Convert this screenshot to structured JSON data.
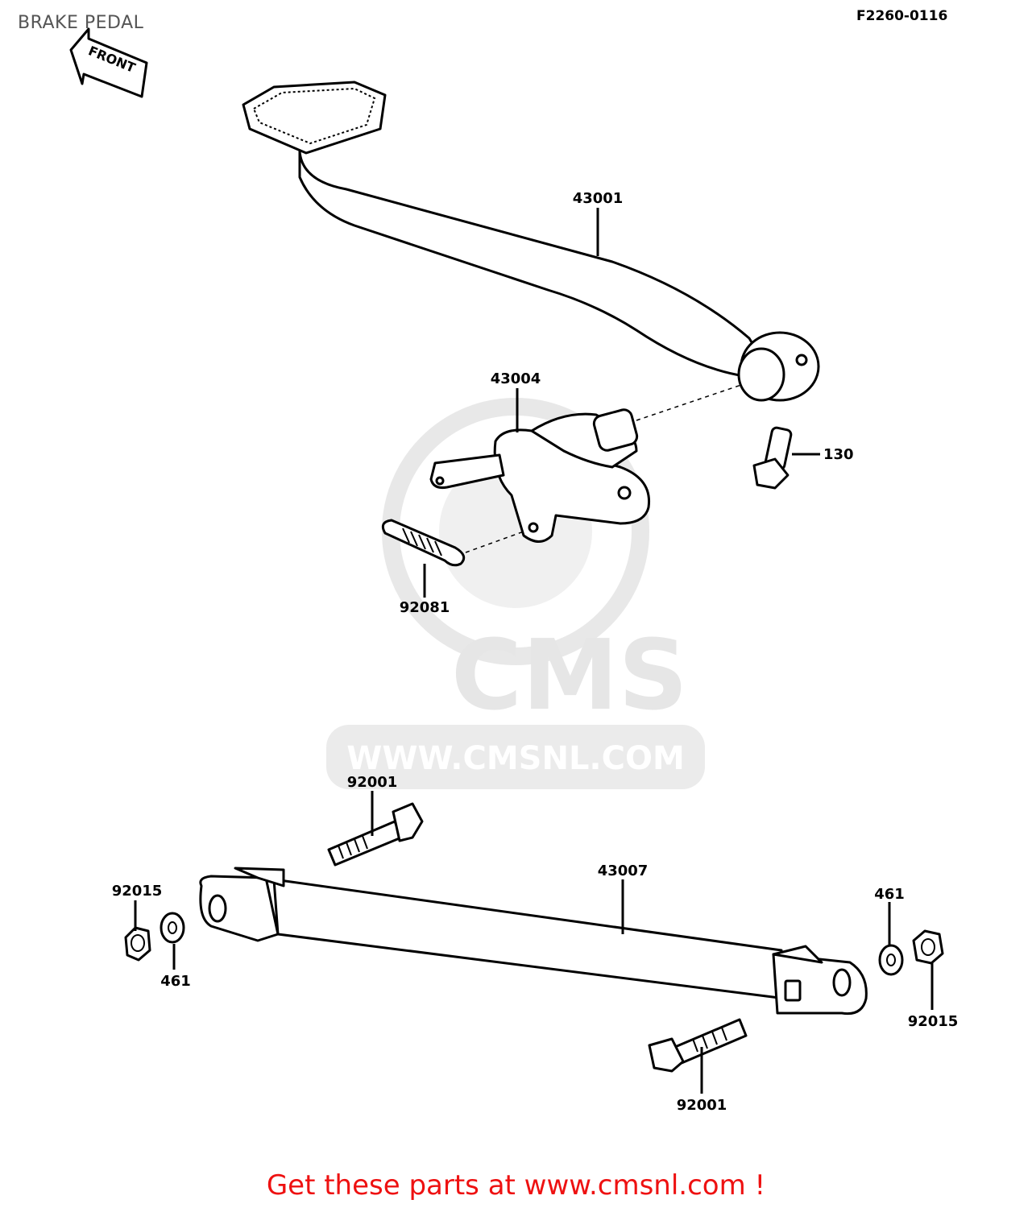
{
  "title": "BRAKE PEDAL",
  "figure_code": "F2260-0116",
  "direction_arrow": "FRONT",
  "watermark": {
    "brand": "CMS",
    "url": "WWW.CMSNL.COM"
  },
  "parts": [
    {
      "id": "brake-pedal",
      "number": "43001"
    },
    {
      "id": "brake-shaft",
      "number": "43004"
    },
    {
      "id": "pedal-bolt",
      "number": "130"
    },
    {
      "id": "return-spring",
      "number": "92081"
    },
    {
      "id": "top-bolt",
      "number": "92001"
    },
    {
      "id": "brake-rod",
      "number": "43007"
    },
    {
      "id": "left-nut",
      "number": "92015"
    },
    {
      "id": "left-washer",
      "number": "461"
    },
    {
      "id": "right-washer",
      "number": "461"
    },
    {
      "id": "right-nut",
      "number": "92015"
    },
    {
      "id": "bottom-bolt",
      "number": "92001"
    }
  ],
  "footer": "Get these parts at www.cmsnl.com !"
}
